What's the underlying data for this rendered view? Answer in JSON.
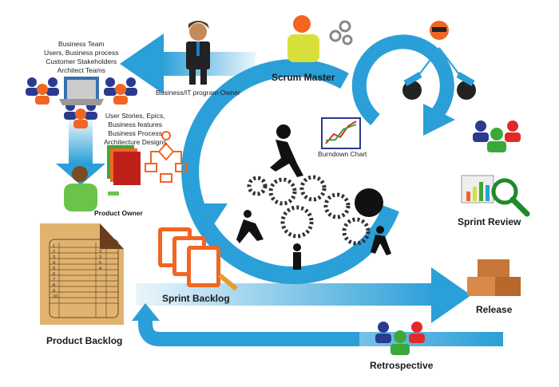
{
  "colors": {
    "arrow": "#2a9fd8",
    "arrow_light": "#9fd4ef",
    "people_blue": "#2a3b8f",
    "people_orange": "#f26522",
    "backlog": "#e0b36f",
    "gear": "#222222"
  },
  "labels": {
    "business_team": [
      "Business Team",
      "Users,  Business process",
      "Customer Stakeholders",
      "Architect Teams"
    ],
    "program_owner": "Business/IT program Owner",
    "artifacts": [
      "User Stories, Epics,",
      "Business features",
      "Business Process",
      "Architecture Designs"
    ],
    "product_owner": "Product Owner",
    "scrum_master": "Scrum Master",
    "burndown_chart": "Burndown Chart",
    "sprint_review": "Sprint Review",
    "sprint_backlog": "Sprint  Backlog",
    "release": "Release",
    "retrospective": "Retrospective",
    "product_backlog": "Product Backlog"
  },
  "backlog_rows": [
    "1",
    "2",
    "3",
    "4",
    "5",
    "6",
    "7",
    "8",
    "9",
    "10"
  ],
  "backlog_priorities": [
    "3",
    "3",
    "5",
    "4"
  ]
}
